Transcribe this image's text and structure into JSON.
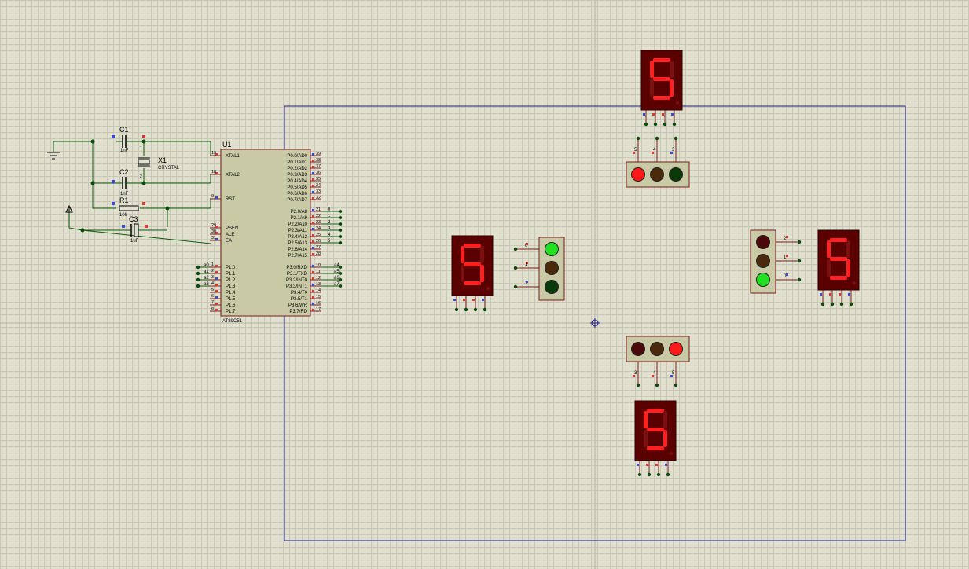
{
  "schematic": {
    "mcu": {
      "ref": "U1",
      "part": "AT89C51",
      "left_pins": [
        {
          "num": "19",
          "name": "XTAL1"
        },
        {
          "num": "18",
          "name": "XTAL2"
        },
        {
          "num": "9",
          "name": "RST"
        },
        {
          "num": "29",
          "name": "PSEN"
        },
        {
          "num": "30",
          "name": "ALE"
        },
        {
          "num": "31",
          "name": "EA"
        },
        {
          "num": "1",
          "name": "P1.0"
        },
        {
          "num": "2",
          "name": "P1.1"
        },
        {
          "num": "3",
          "name": "P1.2"
        },
        {
          "num": "4",
          "name": "P1.3"
        },
        {
          "num": "5",
          "name": "P1.4"
        },
        {
          "num": "6",
          "name": "P1.5"
        },
        {
          "num": "7",
          "name": "P1.6"
        },
        {
          "num": "8",
          "name": "P1.7"
        }
      ],
      "p0_pins": [
        {
          "num": "39",
          "name": "P0.0/AD0"
        },
        {
          "num": "38",
          "name": "P0.1/AD1"
        },
        {
          "num": "37",
          "name": "P0.2/AD2"
        },
        {
          "num": "36",
          "name": "P0.3/AD3"
        },
        {
          "num": "35",
          "name": "P0.4/AD4"
        },
        {
          "num": "34",
          "name": "P0.5/AD5"
        },
        {
          "num": "33",
          "name": "P0.6/AD6"
        },
        {
          "num": "32",
          "name": "P0.7/AD7"
        }
      ],
      "p2_pins": [
        {
          "num": "21",
          "name": "P2.0/A8"
        },
        {
          "num": "22",
          "name": "P2.1/A9"
        },
        {
          "num": "23",
          "name": "P2.2/A10"
        },
        {
          "num": "24",
          "name": "P2.3/A11"
        },
        {
          "num": "25",
          "name": "P2.4/A12"
        },
        {
          "num": "26",
          "name": "P2.5/A13"
        },
        {
          "num": "27",
          "name": "P2.6/A14"
        },
        {
          "num": "28",
          "name": "P2.7/A15"
        }
      ],
      "p3_pins": [
        {
          "num": "10",
          "name": "P3.0/RXD"
        },
        {
          "num": "11",
          "name": "P3.1/TXD"
        },
        {
          "num": "12",
          "name": "P3.2/INT0"
        },
        {
          "num": "13",
          "name": "P3.3/INT1"
        },
        {
          "num": "14",
          "name": "P3.4/T0"
        },
        {
          "num": "15",
          "name": "P3.5/T1"
        },
        {
          "num": "16",
          "name": "P3.6/WR"
        },
        {
          "num": "17",
          "name": "P3.7/RD"
        }
      ],
      "p1_net_labels": [
        "a0",
        "a1",
        "a2",
        "a3"
      ],
      "p2_net_labels": [
        "0",
        "1",
        "2",
        "3",
        "4",
        "5"
      ],
      "p3_net_labels": [
        "a4",
        "a5",
        "a6",
        "a7"
      ]
    },
    "c1": {
      "ref": "C1",
      "value": "1nF"
    },
    "c2": {
      "ref": "C2",
      "value": "1nF"
    },
    "x1": {
      "ref": "X1",
      "value": "CRYSTAL"
    },
    "r1": {
      "ref": "R1",
      "value": "10k"
    },
    "c3": {
      "ref": "C3",
      "value": "1uF"
    },
    "displays": [
      {
        "id": "top",
        "digit": "5"
      },
      {
        "id": "left",
        "digit": "5"
      },
      {
        "id": "right",
        "digit": "5"
      },
      {
        "id": "bottom",
        "digit": "5"
      }
    ],
    "traffic_lights": {
      "top": {
        "pin_labels": [
          "5",
          "4",
          "3"
        ],
        "lamps": [
          "red",
          "off",
          "off"
        ]
      },
      "left": {
        "pin_labels": [
          "0",
          "1",
          "2"
        ],
        "lamps": [
          "green",
          "off",
          "off"
        ]
      },
      "right": {
        "pin_labels": [
          "2",
          "1",
          "0"
        ],
        "lamps": [
          "off",
          "off",
          "green"
        ]
      },
      "bottom": {
        "pin_labels": [
          "3",
          "4",
          "5"
        ],
        "lamps": [
          "off",
          "off",
          "red"
        ]
      }
    },
    "colors": {
      "background": "#e1e0cf",
      "grid": "#c9c8b6",
      "wire": "#0a5a0a",
      "ic_body": "#c9c9a6",
      "ic_outline": "#7a1a1a",
      "frame": "#1a1a8c",
      "display_bg": "#5a0000",
      "segment_on": "#ff2020",
      "segment_off": "#7a1010",
      "lamp_red": "#ff1a1a",
      "lamp_green": "#22e022",
      "lamp_off_red": "#4a0a0a",
      "lamp_off_yellow": "#4a2a0a",
      "lamp_off_green": "#0a3a0a"
    }
  }
}
